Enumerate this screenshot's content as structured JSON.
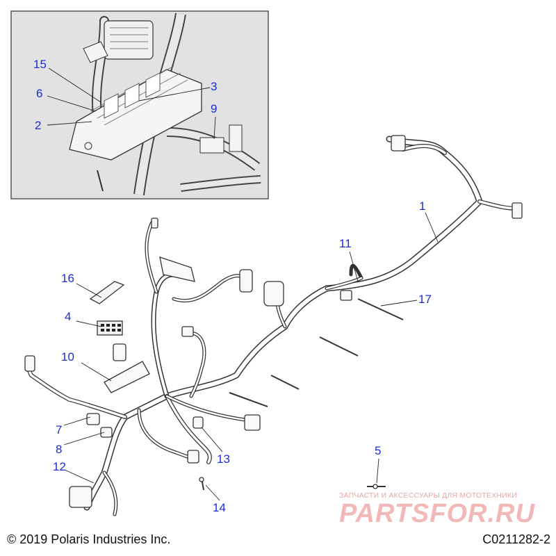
{
  "callouts": {
    "c1": "1",
    "c2": "2",
    "c3": "3",
    "c4": "4",
    "c5": "5",
    "c6": "6",
    "c7": "7",
    "c8": "8",
    "c9": "9",
    "c10": "10",
    "c11": "11",
    "c12": "12",
    "c13": "13",
    "c14": "14",
    "c15": "15",
    "c16": "16",
    "c17": "17"
  },
  "footer": {
    "copyright": "© 2019 Polaris Industries Inc.",
    "diagram_code": "C0211282-2"
  },
  "watermark": {
    "tagline": "ЗАПЧАСТИ И АКСЕССУАРЫ ДЛЯ МОТОТЕХНИКИ",
    "logo": "PARTSFOR.RU"
  },
  "colors": {
    "callout": "#1a2bd6",
    "inset_bg": "#e2e2e2",
    "line": "#333333",
    "watermark": "#f2b8b8"
  }
}
